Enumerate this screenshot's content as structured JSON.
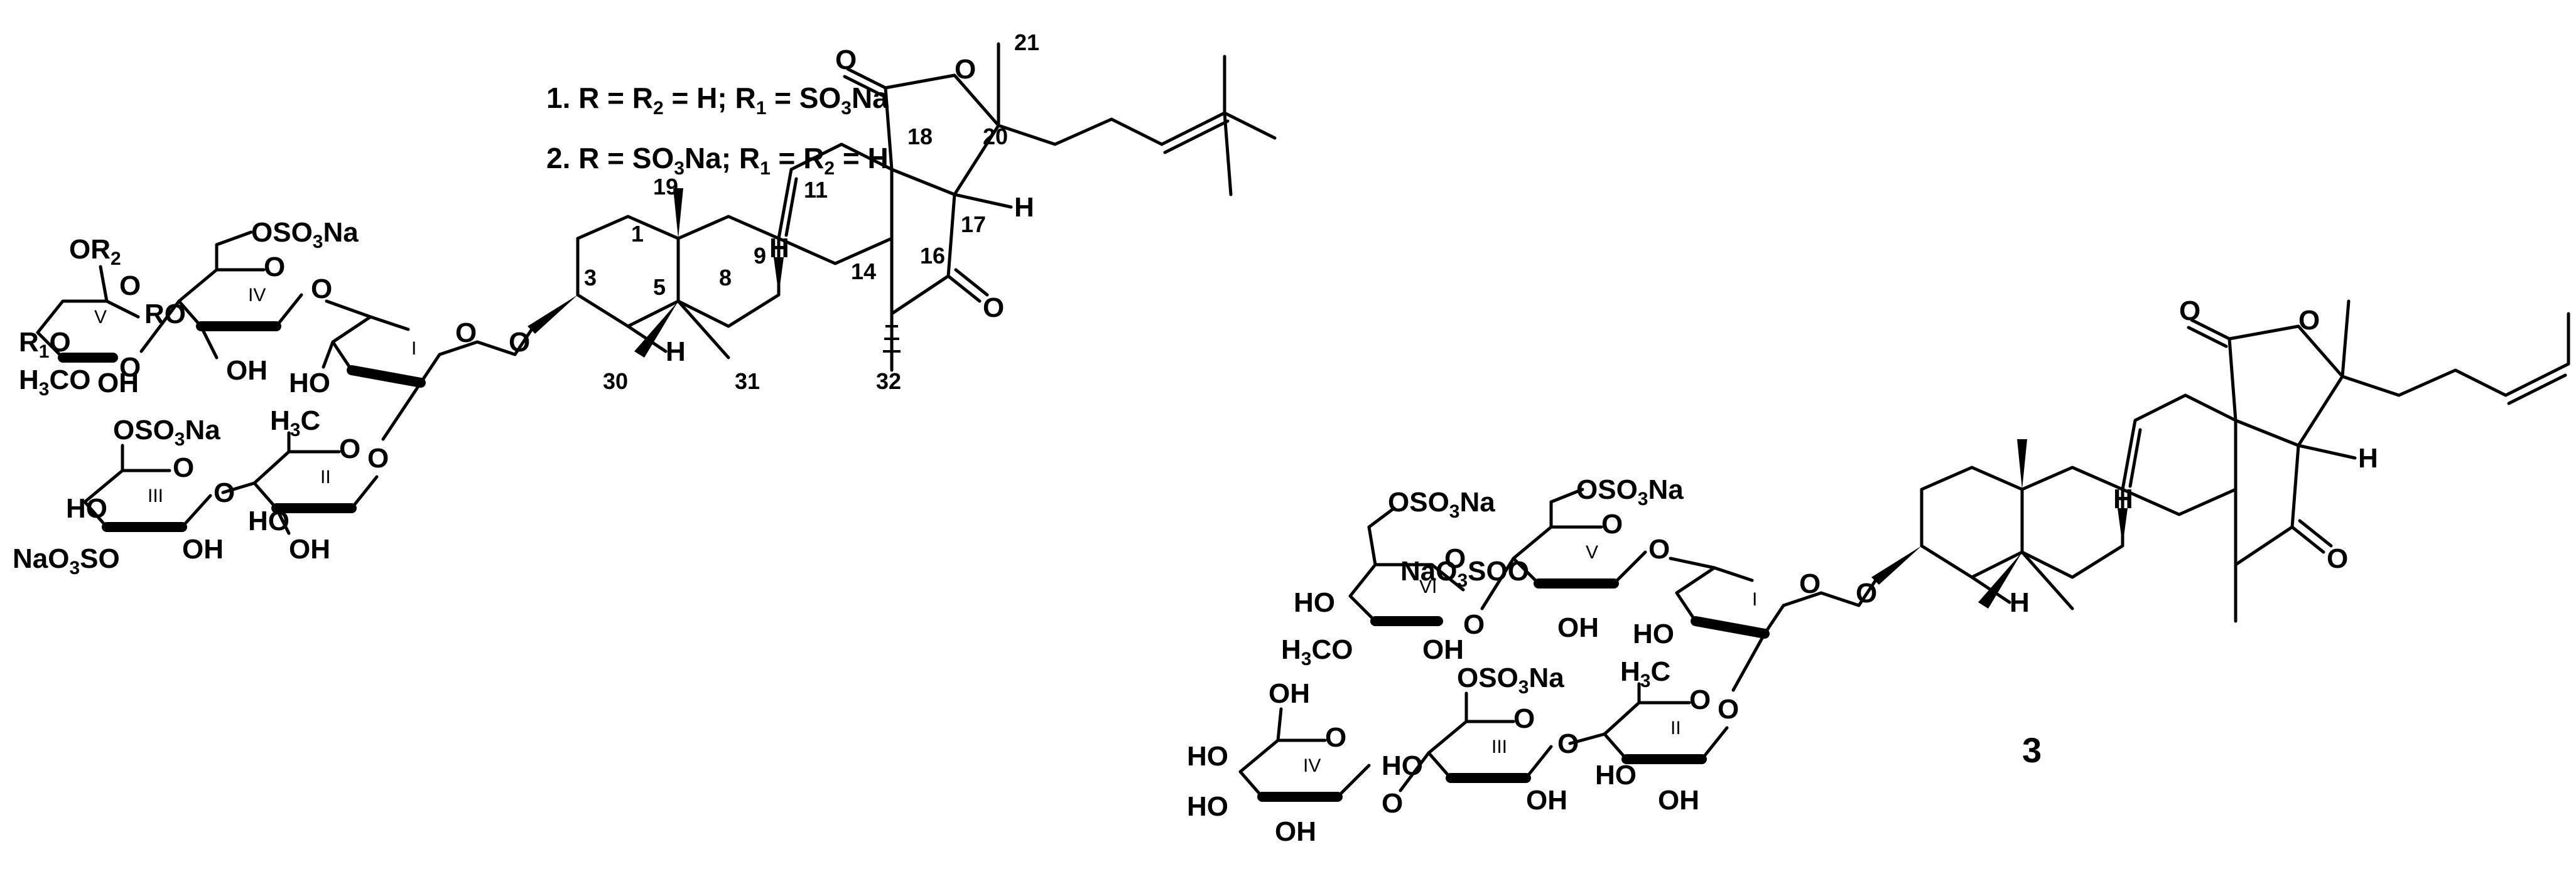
{
  "legend": {
    "line1": {
      "num": "1.",
      "a": " R = R",
      "s1": "2",
      "b": " = H; R",
      "s2": "1",
      "c": " = SO",
      "s3": "3",
      "d": "Na"
    },
    "line2": {
      "num": "2.",
      "a": " R = SO",
      "s1": "3",
      "b": "Na; R",
      "s2": "1",
      "c": " = R",
      "s3": "2",
      "d": " = H"
    }
  },
  "compound3_label": "3",
  "atom_numbers": {
    "n1": "1",
    "n3": "3",
    "n5": "5",
    "n8": "8",
    "n9": "9",
    "n11": "11",
    "n14": "14",
    "n16": "16",
    "n17": "17",
    "n18": "18",
    "n19": "19",
    "n20": "20",
    "n21": "21",
    "n30": "30",
    "n31": "31",
    "n32": "32"
  },
  "ring_labels": {
    "top_I": "I",
    "top_II": "II",
    "top_III": "III",
    "top_IV": "IV",
    "top_V": "V",
    "bot_I": "I",
    "bot_II": "II",
    "bot_III": "III",
    "bot_IV": "IV",
    "bot_V": "V",
    "bot_VI": "VI"
  },
  "atoms": {
    "O": "O",
    "H": "H",
    "HO": "HO",
    "OH": "OH",
    "H3C": "H",
    "CH3_sub": "3",
    "CH3_C": "C",
    "OSO3Na_a": "OSO",
    "OSO3Na_s": "3",
    "OSO3Na_b": "Na",
    "NaO3SO_a": "NaO",
    "NaO3SO_s": "3",
    "NaO3SO_b": "SO",
    "NaO3S_b": "S",
    "OR2_a": "OR",
    "OR2_s": "2",
    "R1O_a": "R",
    "R1O_s": "1",
    "R1O_b": "O",
    "RO": "RO",
    "H3CO_a": "H",
    "H3CO_s": "3",
    "H3CO_b": "CO",
    "OSO3_text": "OSO"
  }
}
